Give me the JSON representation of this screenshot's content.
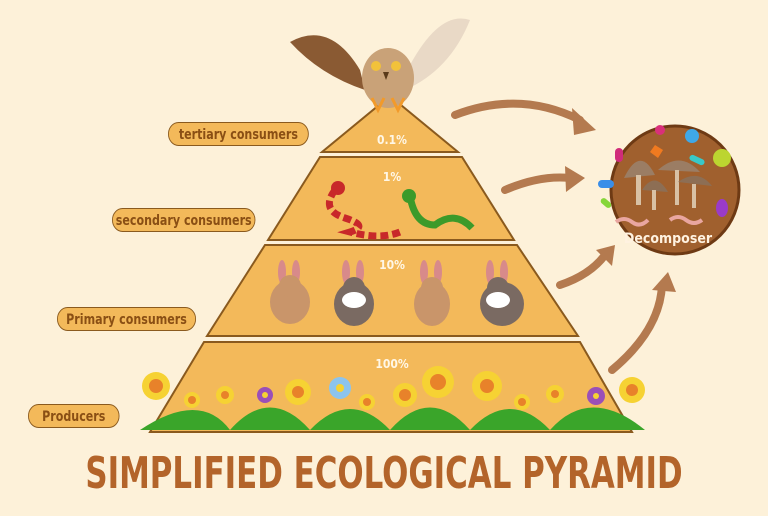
{
  "title": "SIMPLIFIED ECOLOGICAL PYRAMID",
  "levels": [
    {
      "label": "tertiary  consumers",
      "percent": "0.1%",
      "organisms": "owl"
    },
    {
      "label": "secondary consumers",
      "percent": "1%",
      "organisms": "snakes"
    },
    {
      "label": "Primary consumers",
      "percent": "10%",
      "organisms": "rabbits"
    },
    {
      "label": "Producers",
      "percent": "100%",
      "organisms": "flowers and grass"
    }
  ],
  "decomposer": {
    "label": "Decomposer",
    "contents": [
      "mushrooms",
      "worms",
      "bacteria"
    ]
  },
  "colors": {
    "background": "#fdf1d9",
    "pyramid_fill": "#f3b95a",
    "pyramid_outline": "#8a5a1e",
    "arrow": "#b47a4f",
    "decomposer_circle": "#a0602e",
    "title": "#b3642a"
  }
}
